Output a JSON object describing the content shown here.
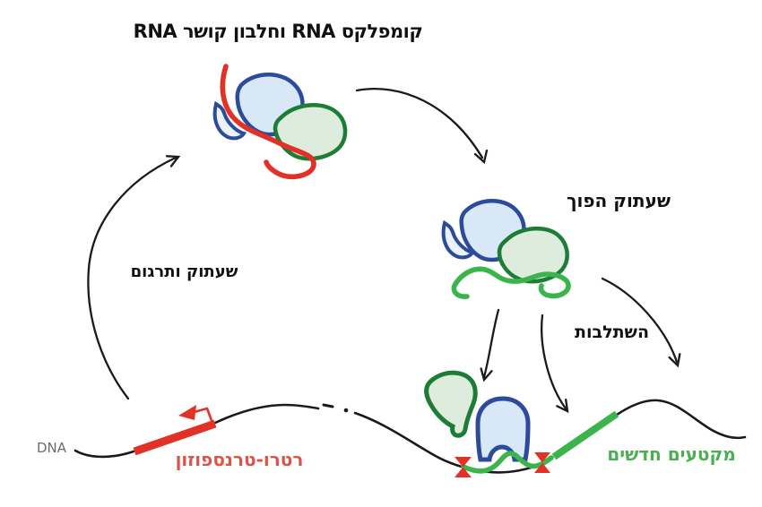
{
  "title": "קומפלקס RNA וחלבון קושר RNA",
  "labels": {
    "transcription_translation": "שעתוק ותרגום",
    "reverse_transcription": "שעתוק הפוך",
    "integration": "השתלבות",
    "retrotransposon": "רטרו-טרנספוזון",
    "new_segments": "מקטעים חדשים",
    "dna": "DNA"
  },
  "colors": {
    "rna_red": "#e23127",
    "retrotransposon_label_red": "#dd5348",
    "new_dna_green": "#3cb44c",
    "new_segments_label_green": "#4cae52",
    "protein_blue_outline": "#2c4b9b",
    "protein_blue_fill": "#d9e8f7",
    "protein_crescent_fill": "#eaf2fb",
    "protein_green_outline": "#1d7c35",
    "protein_green_fill": "#ddecdc",
    "line_black": "#1a1a1a",
    "dna_label_gray": "#6b6b6b"
  }
}
